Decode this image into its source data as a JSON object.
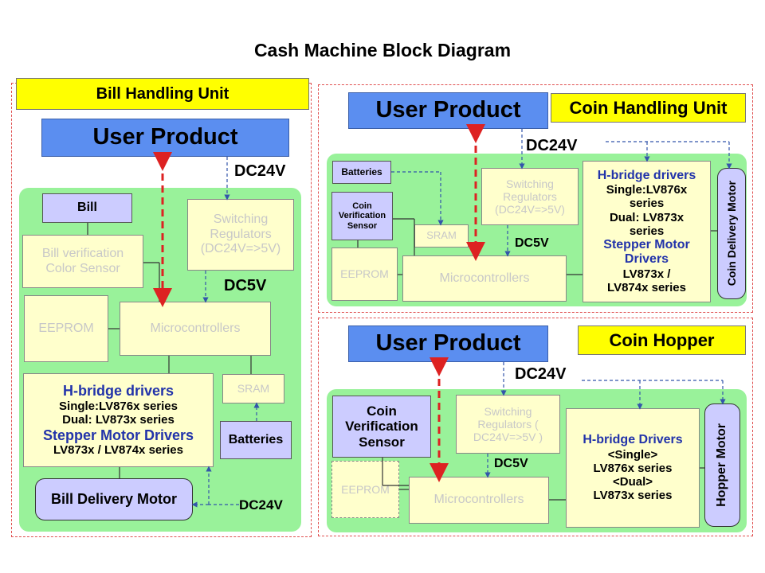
{
  "title": "Cash Machine Block Diagram",
  "bill": {
    "unit_label": "Bill Handling Unit",
    "user_product": "User Product",
    "dc24v": "DC24V",
    "dc5v": "DC5V",
    "bill": "Bill",
    "switching": "Switching Regulators (DC24V=>5V)",
    "color_sensor": "Bill verification Color Sensor",
    "eeprom": "EEPROM",
    "micro": "Microcontrollers",
    "sram": "SRAM",
    "hbridge": {
      "l1": "H-bridge drivers",
      "l2": "Single:LV876x series",
      "l3": "Dual: LV873x series",
      "l4": "Stepper Motor Drivers",
      "l5": "LV873x / LV874x series"
    },
    "batteries": "Batteries",
    "motor": "Bill Delivery Motor",
    "dc24v_bottom": "DC24V"
  },
  "coin": {
    "user_product": "User Product",
    "unit_label": "Coin Handling Unit",
    "dc24v": "DC24V",
    "batteries": "Batteries",
    "sensor": "Coin Verification Sensor",
    "sram": "SRAM",
    "switching": "Switching Regulators (DC24V=>5V)",
    "dc5v": "DC5V",
    "eeprom": "EEPROM",
    "micro": "Microcontrollers",
    "hbridge": {
      "l1": "H-bridge drivers",
      "l2": "Single:LV876x",
      "l3": "series",
      "l4": "Dual: LV873x",
      "l5": "series",
      "l6": "Stepper Motor",
      "l7": "Drivers",
      "l8": "LV873x /",
      "l9": "LV874x series"
    },
    "motor": "Coin Delivery Motor"
  },
  "hopper": {
    "user_product": "User Product",
    "unit_label": "Coin Hopper",
    "dc24v": "DC24V",
    "sensor": "Coin Verification Sensor",
    "switching": "Switching Regulators ( DC24V=>5V )",
    "dc5v": "DC5V",
    "eeprom": "EEPROM",
    "micro": "Microcontrollers",
    "hbridge": {
      "l1": "H-bridge Drivers",
      "l2": "<Single>",
      "l3": "LV876x series",
      "l4": "<Dual>",
      "l5": "LV873x series"
    },
    "motor": "Hopper Motor"
  },
  "colors": {
    "green_panel": "#99f29a",
    "yellow": "#ffff00",
    "blue": "#5b8ef0",
    "cream": "#ffffcc",
    "lavender": "#ccccff",
    "red_arrow": "#dd2222",
    "dashed_blue": "#3355aa"
  }
}
